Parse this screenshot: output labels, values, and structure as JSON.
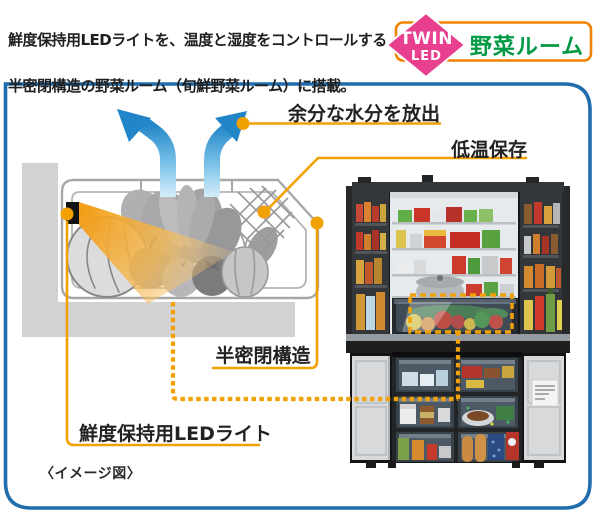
{
  "header": {
    "line1": "鮮度保持用LEDライトを、温度と湿度をコントロールする",
    "line2": "半密閉構造の野菜ルーム（旬鮮野菜ルーム）に搭載。"
  },
  "badge": {
    "twin": "TWIN",
    "led": "LED",
    "room": "野菜ルーム"
  },
  "diagram": {
    "labels": {
      "moisture": "余分な水分を放出",
      "low_temp": "低温保存",
      "semi_sealed": "半密閉構造",
      "led_light": "鮮度保持用LEDライト"
    },
    "caption": "〈イメージ図〉"
  },
  "colors": {
    "accent_orange": "#F2A104",
    "panel_border_blue": "#1F6DAD",
    "badge_pink": "#E8408F",
    "badge_border_orange": "#EF8200",
    "badge_green": "#009944",
    "arrow_blue": "#1A87C6",
    "illustration_grey": "#D2D2D4"
  }
}
